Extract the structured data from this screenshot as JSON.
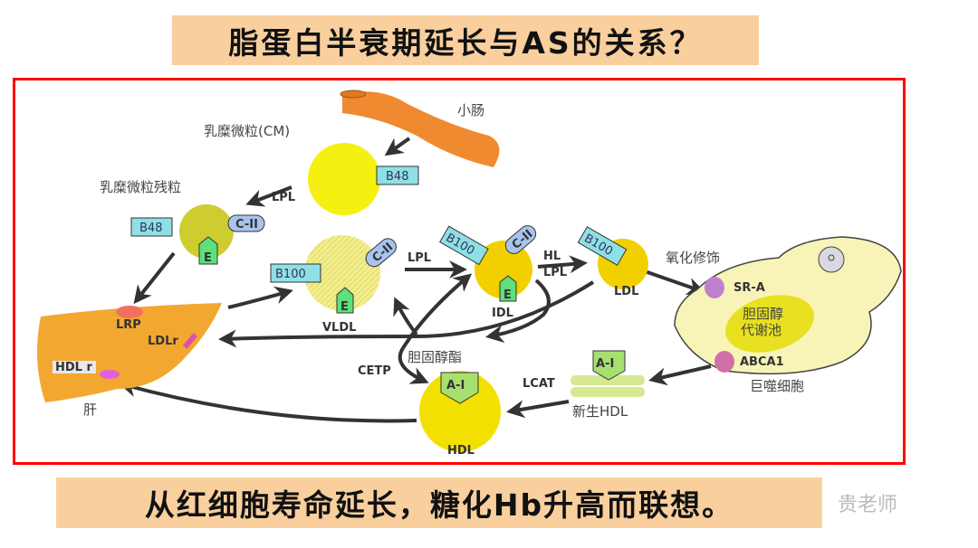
{
  "title": "脂蛋白半衰期延长与AS的关系？",
  "footer": "从红细胞寿命延长，糖化Hb升高而联想。",
  "watermark": "贵老师",
  "diagram": {
    "small_intestine": "小肠",
    "chylomicron": "乳糜微粒(CM)",
    "cm_remnant": "乳糜微粒残粒",
    "liver": "肝",
    "lrp": "LRP",
    "ldlr": "LDLr",
    "hdlr": "HDL r",
    "vldl": "VLDL",
    "idl": "IDL",
    "ldl": "LDL",
    "hdl": "HDL",
    "nascent_hdl": "新生HDL",
    "macrophage": "巨噬细胞",
    "oxidative_modification": "氧化修饰",
    "cholesteryl_ester": "胆固醇酯",
    "cholesterol_pool_1": "胆固醇",
    "cholesterol_pool_2": "代谢池",
    "sr_a": "SR-A",
    "abca1": "ABCA1",
    "enzymes": {
      "lpl": "LPL",
      "hl": "HL",
      "cetp": "CETP",
      "lcat": "LCAT"
    },
    "apos": {
      "b48": "B48",
      "b100": "B100",
      "c2": "C-II",
      "e": "E",
      "a1": "A-I"
    }
  },
  "colors": {
    "frame": "#ff0000",
    "banner": "#f9cf9e",
    "particle": "#f5ee10",
    "apo_b": "#8ee0e6",
    "apo_c": "#a8c4ee",
    "apo_e": "#5ee07a",
    "apo_a": "#a8e070"
  }
}
